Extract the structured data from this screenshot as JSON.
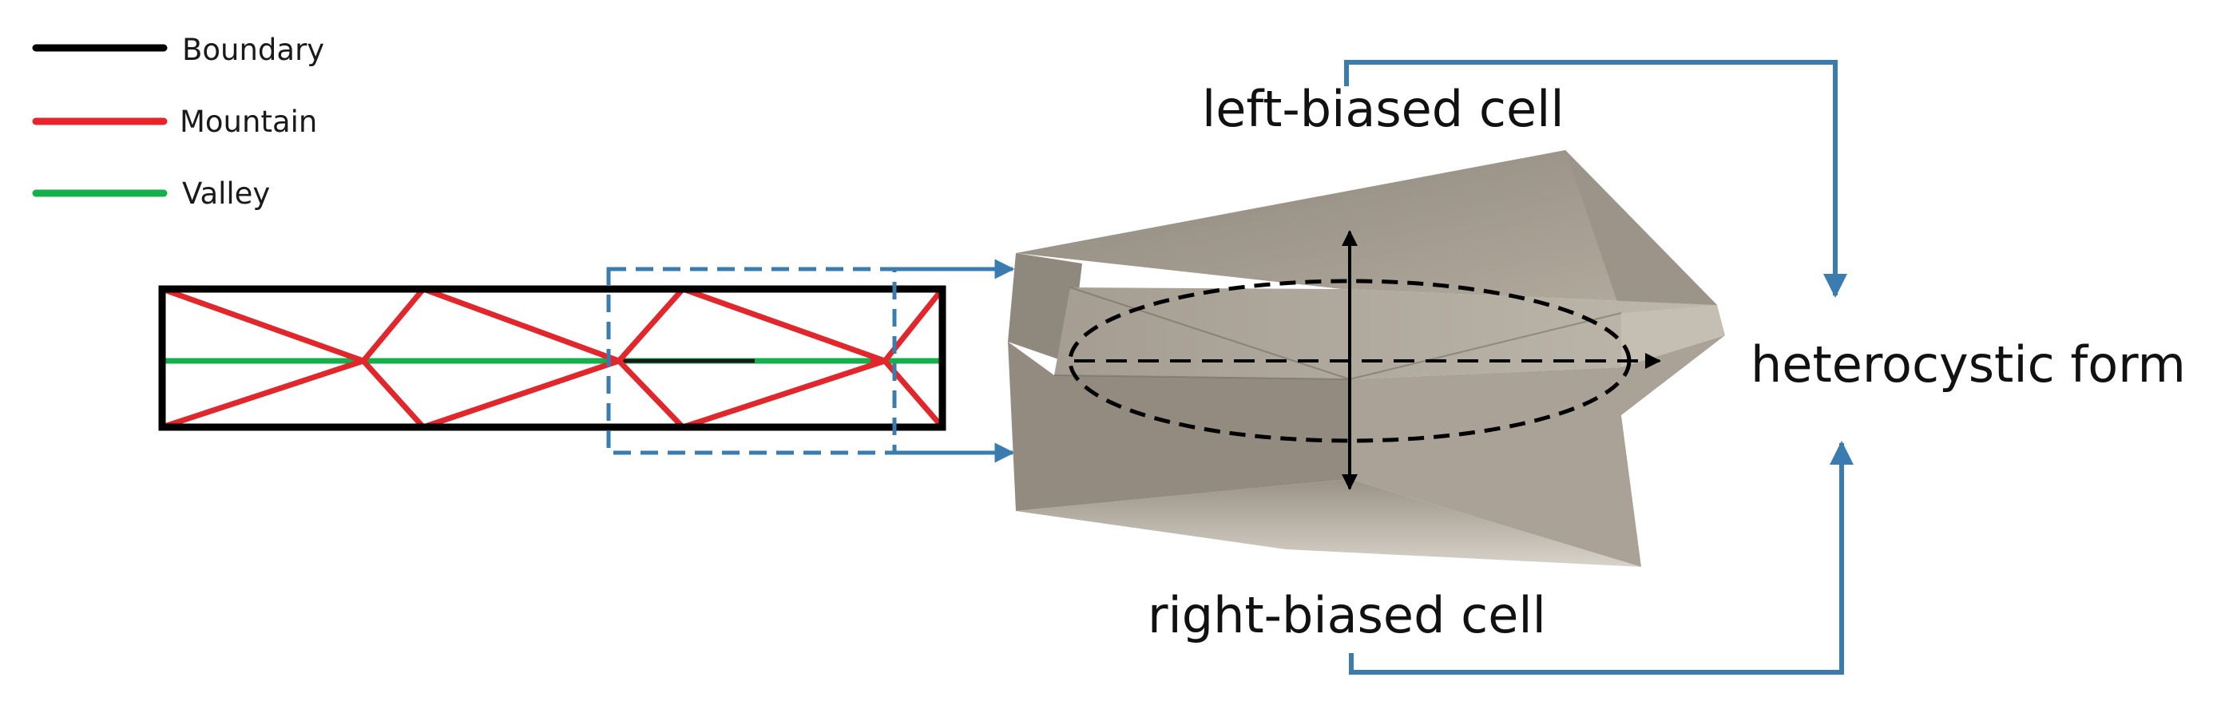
{
  "legend": [
    {
      "label": "Boundary",
      "color": "#000000"
    },
    {
      "label": "Mountain",
      "color": "#e8242a"
    },
    {
      "label": "Valley",
      "color": "#14b04c"
    }
  ],
  "labels": {
    "left_biased": "left-biased cell",
    "right_biased": "right-biased cell",
    "result": "heterocystic form"
  },
  "colors": {
    "arrow": "#3a7bb0",
    "selection_box": "#3a7bb0",
    "surface_light": "#a9a194",
    "surface_dark": "#7c756b"
  }
}
